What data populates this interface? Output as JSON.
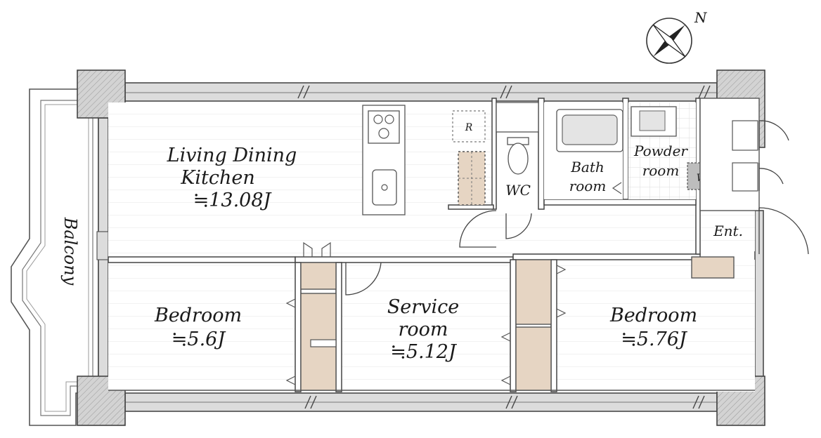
{
  "rooms": {
    "ldk": {
      "name_line1": "Living Dining",
      "name_line2": "Kitchen",
      "area": "≒13.08J"
    },
    "bedroom_left": {
      "name": "Bedroom",
      "area": "≒5.6J"
    },
    "service_room": {
      "name_line1": "Service",
      "name_line2": "room",
      "area": "≒5.12J"
    },
    "bedroom_right": {
      "name": "Bedroom",
      "area": "≒5.76J"
    },
    "wc": {
      "name": "WC"
    },
    "bath": {
      "name_line1": "Bath",
      "name_line2": "room"
    },
    "powder": {
      "name_line1": "Powder",
      "name_line2": "room"
    },
    "entrance": {
      "name": "Ent."
    },
    "balcony": {
      "name": "Balcony"
    }
  },
  "fixtures": {
    "refrigerator": "R",
    "washer": "W"
  },
  "compass": {
    "label": "N"
  }
}
